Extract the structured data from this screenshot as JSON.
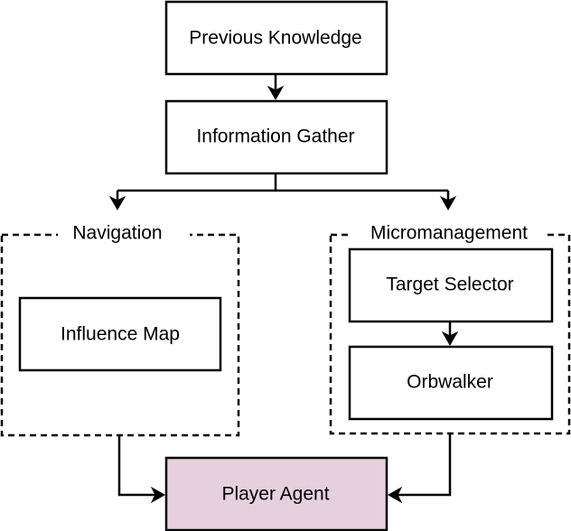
{
  "nodes": {
    "previous_knowledge": "Previous Knowledge",
    "information_gather": "Information Gather",
    "influence_map": "Influence Map",
    "target_selector": "Target Selector",
    "orbwalker": "Orbwalker",
    "player_agent": "Player Agent"
  },
  "groups": {
    "navigation": "Navigation",
    "micromanagement": "Micromanagement"
  },
  "colors": {
    "player_agent_fill": "#e6d0de",
    "stroke": "#000000",
    "background": "#ffffff"
  }
}
